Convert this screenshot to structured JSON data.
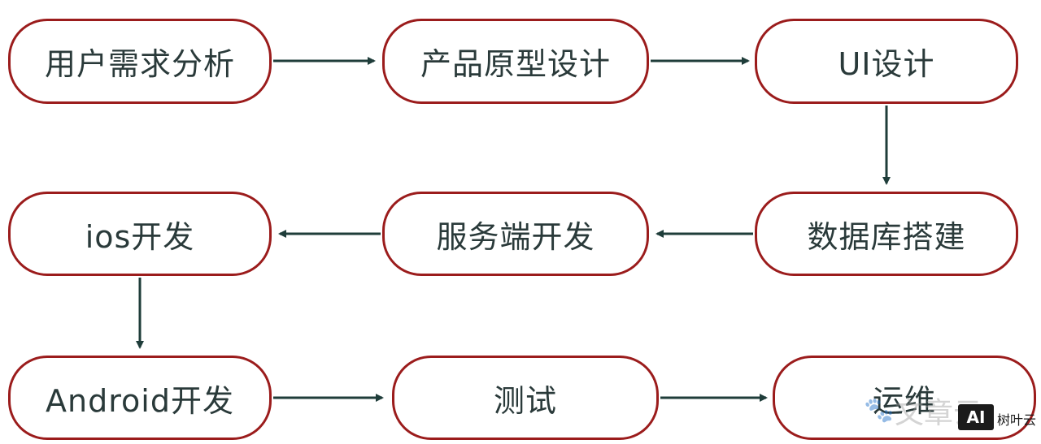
{
  "nodes": [
    {
      "id": "n1",
      "label": "用户需求分析"
    },
    {
      "id": "n2",
      "label": "产品原型设计"
    },
    {
      "id": "n3",
      "label": "UI设计"
    },
    {
      "id": "n4",
      "label": "数据库搭建"
    },
    {
      "id": "n5",
      "label": "服务端开发"
    },
    {
      "id": "n6",
      "label": "ios开发"
    },
    {
      "id": "n7",
      "label": "Android开发"
    },
    {
      "id": "n8",
      "label": "测试"
    },
    {
      "id": "n9",
      "label": "运维"
    }
  ],
  "edges": [
    {
      "from": "n1",
      "to": "n2"
    },
    {
      "from": "n2",
      "to": "n3"
    },
    {
      "from": "n3",
      "to": "n4"
    },
    {
      "from": "n4",
      "to": "n5"
    },
    {
      "from": "n5",
      "to": "n6"
    },
    {
      "from": "n6",
      "to": "n7"
    },
    {
      "from": "n7",
      "to": "n8"
    },
    {
      "from": "n8",
      "to": "n9"
    }
  ],
  "colors": {
    "node_border": "#9b1c1c",
    "arrow": "#1f3d3a",
    "text": "#2a3a3a"
  },
  "watermark": {
    "text": "文章云",
    "badge": "AI",
    "brand": "树叶云"
  }
}
